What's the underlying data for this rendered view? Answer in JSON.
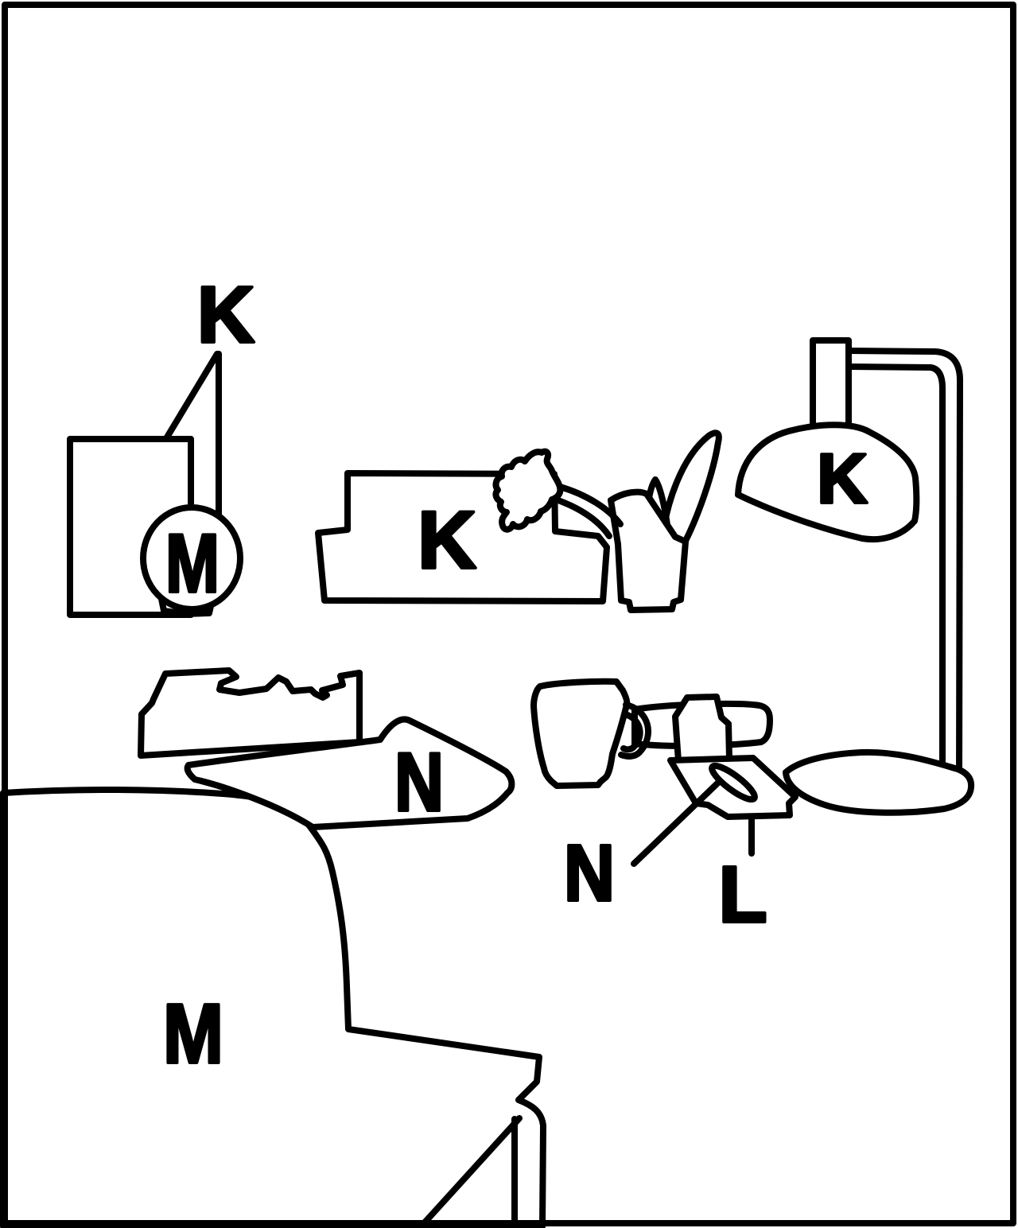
{
  "scene": {
    "kind": "black-and-white labeled line drawing of a desk scene",
    "palette": {
      "ink": "#000000",
      "paper": "#ffffff"
    },
    "objects": [
      "greeting-card",
      "ball",
      "couch-shaped-object",
      "flower",
      "vase",
      "desk-lamp",
      "torn-open-box",
      "wedge-object",
      "armchair",
      "mug",
      "tape-roll",
      "tape-dispenser",
      "notepad",
      "pen"
    ],
    "labels": {
      "card_k": "K",
      "couch_k": "K",
      "lamp_k": "K",
      "ball_m": "M",
      "chair_m": "M",
      "wedge_n": "N",
      "pen_n": "N",
      "notepad_l": "L"
    }
  }
}
